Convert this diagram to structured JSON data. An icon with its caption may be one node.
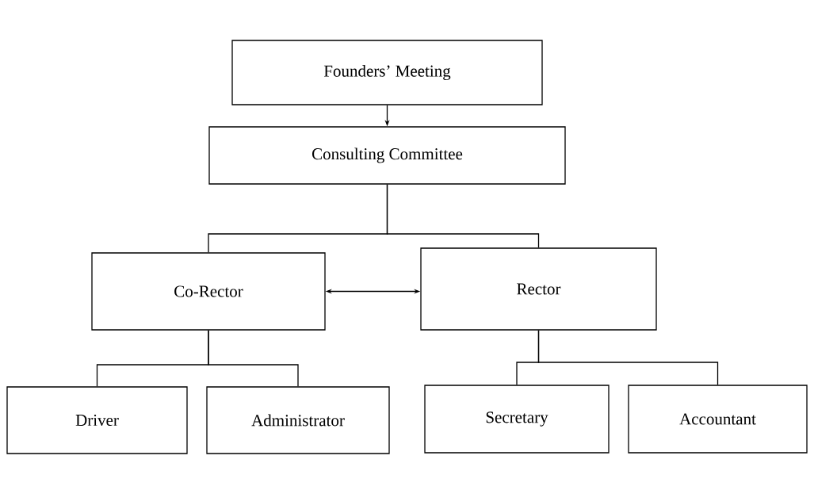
{
  "diagram": {
    "nodes": [
      {
        "text": [
          "Founders’ Meeting"
        ]
      },
      {
        "text": [
          "Consulting Committee"
        ]
      },
      {
        "text": [
          "Co-Rector"
        ]
      },
      {
        "text": [
          "Rector"
        ]
      },
      {
        "text": [
          "Driver"
        ]
      },
      {
        "text": [
          "Administrator"
        ]
      },
      {
        "text": [
          "Secretary"
        ]
      },
      {
        "text": [
          "Accountant"
        ]
      }
    ],
    "edges": [
      {
        "from": 0,
        "to": 1,
        "arrow": "to"
      },
      {
        "from": 1,
        "to": 2,
        "arrow": "none"
      },
      {
        "from": 1,
        "to": 3,
        "arrow": "none"
      },
      {
        "from": 2,
        "to": 3,
        "arrow": "both"
      },
      {
        "from": 2,
        "to": 4,
        "arrow": "none"
      },
      {
        "from": 2,
        "to": 5,
        "arrow": "none"
      },
      {
        "from": 3,
        "to": 6,
        "arrow": "none"
      },
      {
        "from": 3,
        "to": 7,
        "arrow": "none"
      }
    ]
  }
}
